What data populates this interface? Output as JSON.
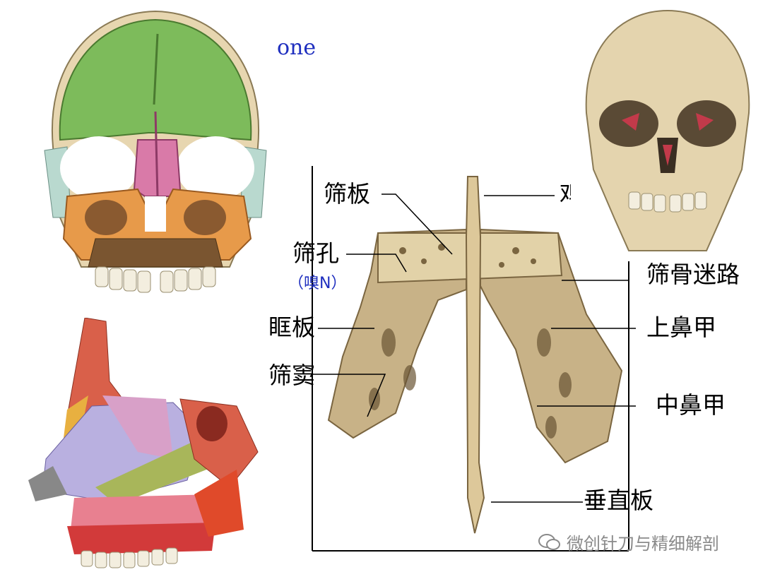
{
  "title_fragment": "one",
  "labels": {
    "cribriform_plate": "筛板",
    "cribriform_foramina": "筛孔",
    "olfactory_note": "（嗅N）",
    "orbital_plate": "眶板",
    "ethmoid_sinus": "筛窦",
    "ethmoid_labyrinth": "筛骨迷路",
    "superior_concha": "上鼻甲",
    "middle_concha": "中鼻甲",
    "perpendicular_plate": "垂直板",
    "crista_galli_cut": "鸡"
  },
  "watermark": "微创针刀与精细解剖",
  "colors": {
    "frontal": "#7dbb5b",
    "ethmoid": "#d97aa8",
    "maxilla": "#e79a4a",
    "zygomatic": "#b9d9cf",
    "bone": "#d8c49a",
    "title": "#1f2fbf"
  }
}
